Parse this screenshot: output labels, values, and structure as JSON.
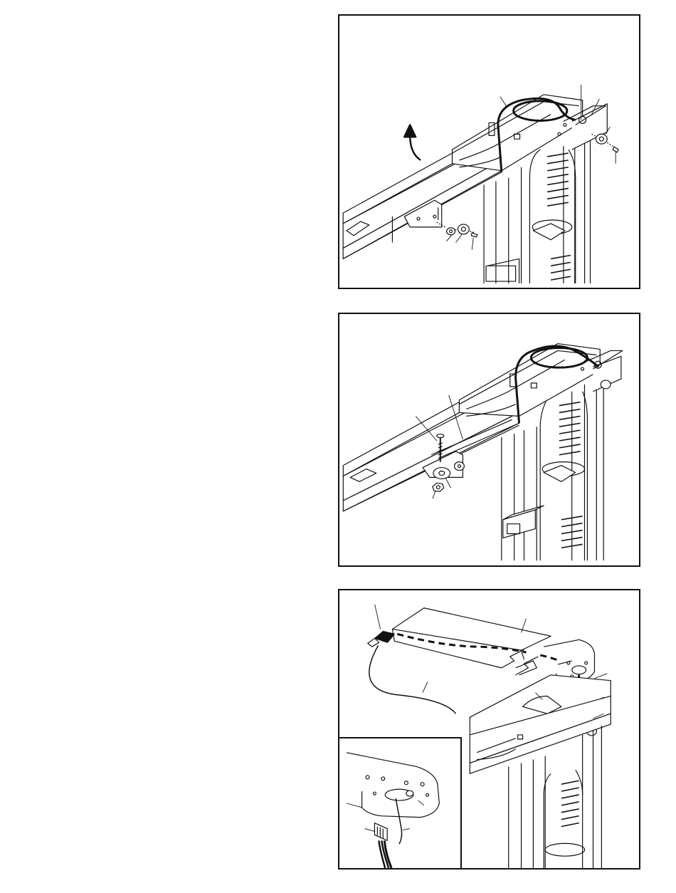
{
  "page": {
    "background": "#ffffff",
    "line_color": "#111111"
  },
  "figures": [
    {
      "name": "figure-1",
      "icons": [
        "curved-arrow-icon",
        "wire-loop-icon"
      ]
    },
    {
      "name": "figure-2",
      "icons": [
        "bolt-icon",
        "nut-icon"
      ]
    },
    {
      "name": "figure-3",
      "icons": [
        "wire-connector-icon"
      ],
      "has_inset": true
    }
  ]
}
